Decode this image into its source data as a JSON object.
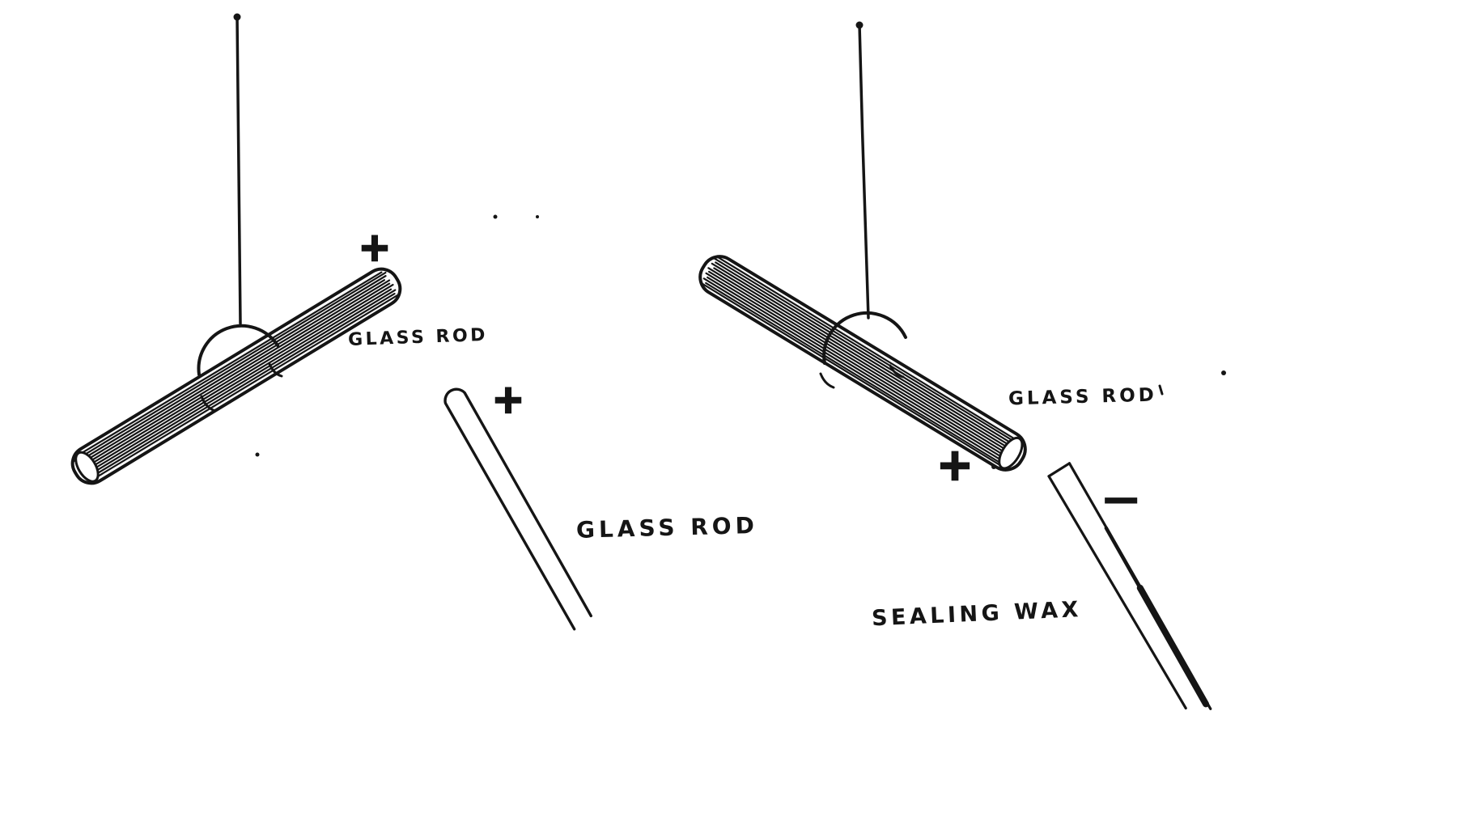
{
  "diagram": {
    "background_color": "#ffffff",
    "ink_color": "#151515",
    "description": "Hand-drawn electrostatics illustration: repulsion between two positively charged glass rods (left) and attraction between a positive glass rod and negative sealing wax (right)."
  },
  "left_experiment": {
    "suspended_rod": {
      "label": "GLASS ROD",
      "charge": "+"
    },
    "held_rod": {
      "label": "GLASS ROD",
      "charge": "+"
    }
  },
  "right_experiment": {
    "suspended_rod": {
      "label": "GLASS ROD",
      "charge": "+"
    },
    "held_rod": {
      "label": "SEALING WAX",
      "charge": "−"
    }
  }
}
